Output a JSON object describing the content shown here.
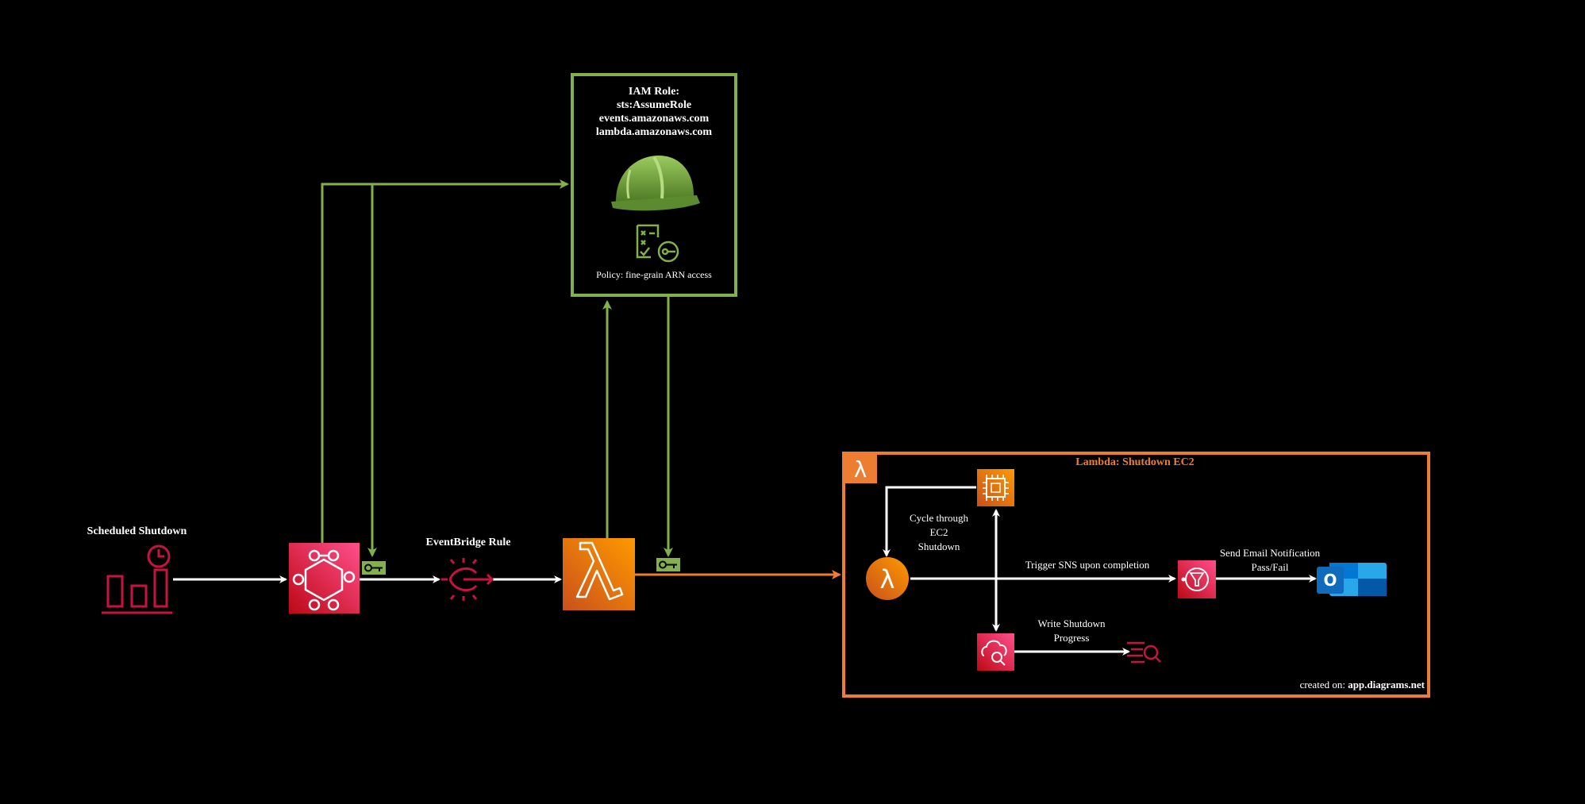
{
  "iam_box": {
    "title_lines": [
      "IAM Role:",
      "sts:AssumeRole",
      "events.amazonaws.com",
      "lambda.amazonaws.com"
    ],
    "policy_label": "Policy: fine-grain ARN access"
  },
  "labels": {
    "scheduled_shutdown": "Scheduled Shutdown",
    "eventbridge_rule": "EventBridge Rule"
  },
  "lambda_group": {
    "title": "Lambda: Shutdown EC2",
    "cycle_label": [
      "Cycle through",
      "EC2",
      "Shutdown"
    ],
    "trigger_label": "Trigger SNS upon completion",
    "send_email_label": [
      "Send Email Notification",
      "Pass/Fail"
    ],
    "write_progress_label": [
      "Write Shutdown",
      "Progress"
    ],
    "created_on_prefix": "created on:",
    "created_on_site": "app.diagrams.net"
  },
  "icons": {
    "scheduler": "scheduled-chart-clock-icon",
    "eventbridge": "eventbridge-icon",
    "rule": "eventbridge-rule-icon",
    "lambda": "lambda-icon",
    "helmet": "iam-role-helmet-icon",
    "policy": "policy-document-key-icon",
    "ec2": "ec2-chip-icon",
    "sns": "sns-icon",
    "cloudwatch": "cloudwatch-icon",
    "logs": "log-search-icon",
    "outlook": "outlook-icon",
    "key": "key-badge-icon"
  },
  "colors": {
    "background": "#000000",
    "iam_green": "#82B04B",
    "lambda_orange": "#ED7D31",
    "aws_pink": "#E7157B",
    "scheduler_red": "#C7133F",
    "outlook_blue": "#0F6CBD",
    "text": "#FFFFFF"
  }
}
